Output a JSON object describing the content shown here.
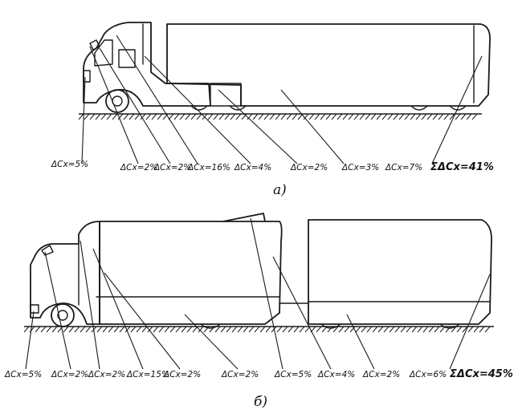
{
  "caption_a": "a)",
  "caption_b": "б)",
  "labels_a": [
    "ΔCx=5%",
    "ΔCx=2%",
    "ΔCx=2%",
    "ΔCx=16%",
    "ΔCx=4%",
    "ΔCx=2%",
    "ΔCx=3%",
    "ΔCx=7%"
  ],
  "total_a": "ΣΔCx=41%",
  "labels_b": [
    "ΔCx=5%",
    "ΔCx=2%",
    "ΔCx=2%",
    "ΔCx=15%",
    "ΔCx=2%",
    "ΔCx=2%",
    "ΔCx=5%",
    "ΔCx=4%",
    "ΔCx=2%",
    "ΔCx=6%"
  ],
  "total_b": "ΣΔCx=45%"
}
